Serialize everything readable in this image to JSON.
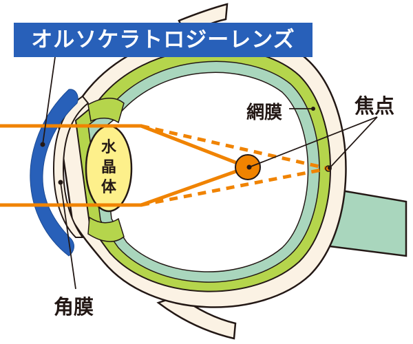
{
  "title": "オルソケラトロジーレンズ",
  "labels": {
    "retina": "網膜",
    "focus": "焦点",
    "cornea": "角膜",
    "lens_chars": [
      "水",
      "晶",
      "体"
    ]
  },
  "colors": {
    "title_bg": "#2860b9",
    "ortho_lens": "#2860b9",
    "light_ray": "#f08300",
    "retina_green": "#b5d54c",
    "vitreous": "#a9d6bd",
    "sclera_fill": "#fbf2e4",
    "lens_fill": "#fdf08b",
    "outline": "#231815"
  }
}
